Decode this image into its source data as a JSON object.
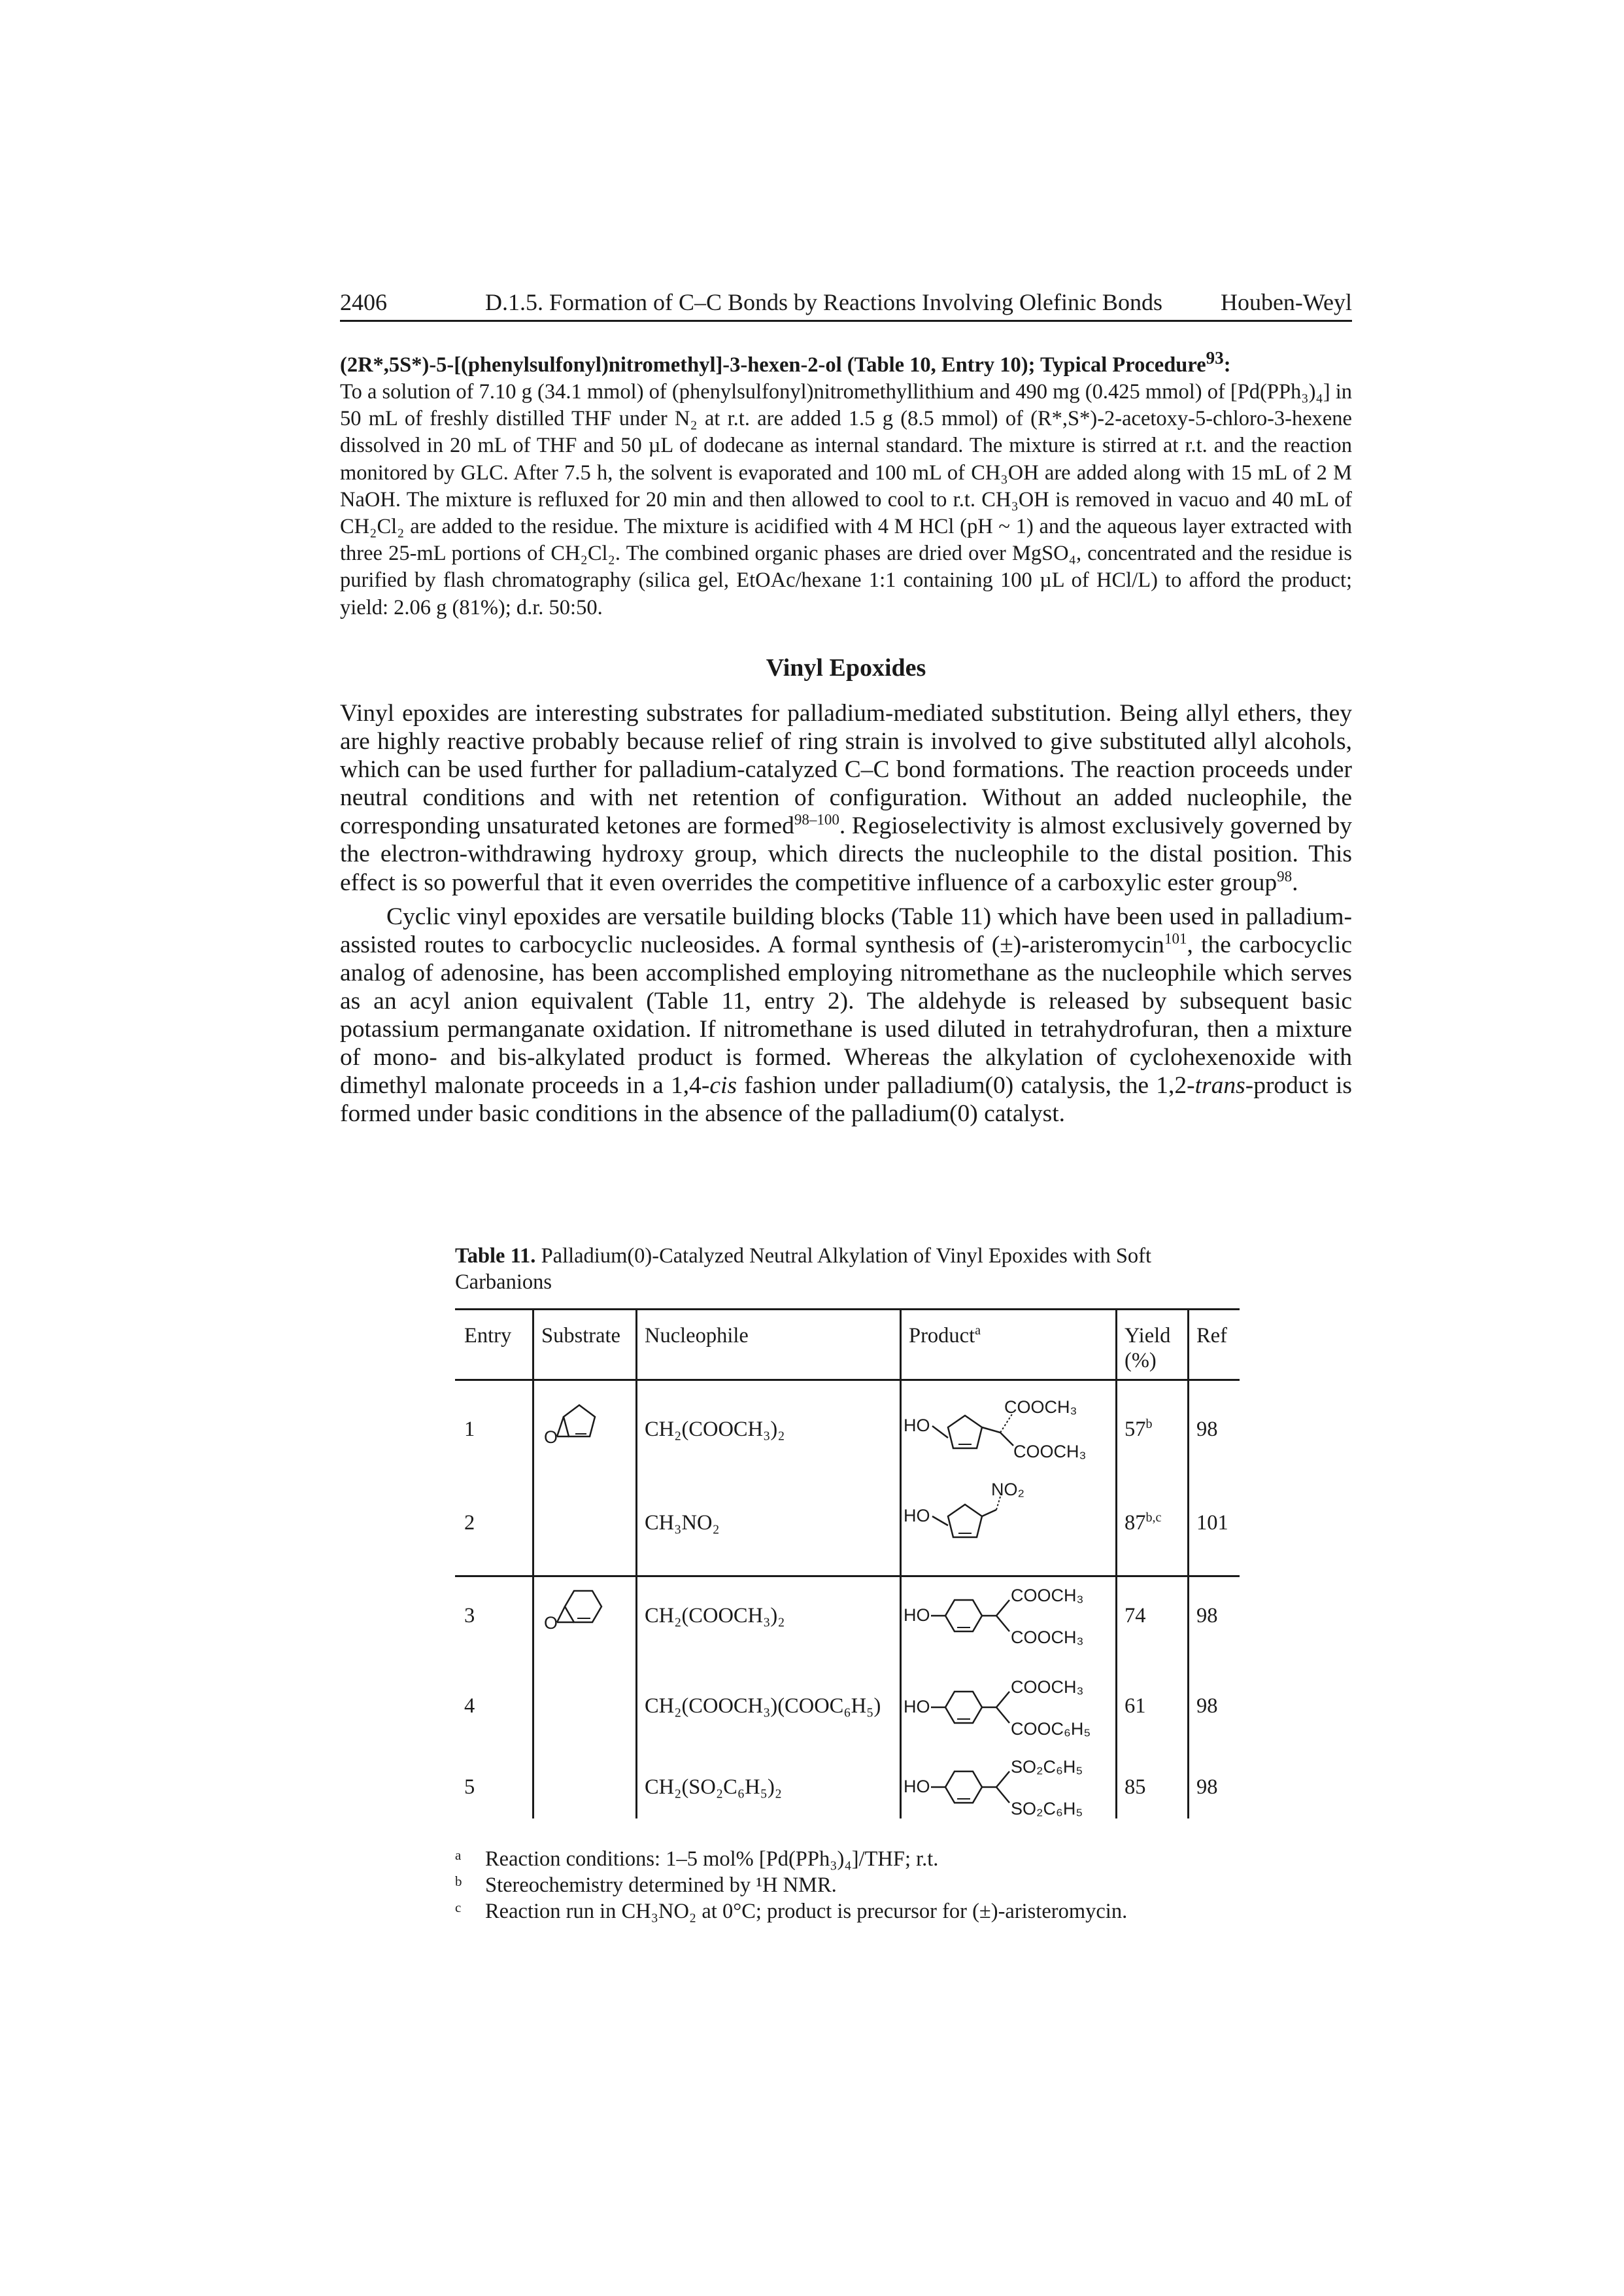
{
  "header": {
    "page_number": "2406",
    "section": "D.1.5. Formation of C–C Bonds by Reactions Involving Olefinic Bonds",
    "brand": "Houben-Weyl"
  },
  "procedure": {
    "title": "(2R*,5S*)-5-[(phenylsulfonyl)nitromethyl]-3-hexen-2-ol (Table 10, Entry 10); Typical Procedure",
    "title_ref": "93",
    "title_colon": ":",
    "text": "To a solution of 7.10 g (34.1 mmol) of (phenylsulfonyl)nitromethyllithium and 490 mg (0.425 mmol) of [Pd(PPh₃)₄] in 50 mL of freshly distilled THF under N₂ at r.t. are added 1.5 g (8.5 mmol) of (R*,S*)-2-acetoxy-5-chloro-3-hexene dissolved in 20 mL of THF and 50 µL of dodecane as internal standard. The mixture is stirred at r.t. and the reaction monitored by GLC. After 7.5 h, the solvent is evaporated and 100 mL of CH₃OH are added along with 15 mL of 2 M NaOH. The mixture is refluxed for 20 min and then allowed to cool to r.t. CH₃OH is removed in vacuo and 40 mL of CH₂Cl₂ are added to the residue. The mixture is acidified with 4 M HCl (pH ~ 1) and the aqueous layer extracted with three 25-mL portions of CH₂Cl₂. The combined organic phases are dried over MgSO₄, concentrated and the residue is purified by flash chromatography (silica gel, EtOAc/hexane 1:1 containing 100 µL of HCl/L) to afford the product; yield: 2.06 g (81%); d.r. 50:50."
  },
  "section_title": "Vinyl Epoxides",
  "para1": {
    "a": "Vinyl epoxides are interesting substrates for palladium-mediated substitution. Being allyl ethers, they are highly reactive probably because relief of ring strain is involved to give substituted allyl alcohols, which can be used further for palladium-catalyzed C–C bond formations. The reaction proceeds under neutral conditions and with net retention of configuration. Without an added nucleophile, the corresponding unsaturated ketones are formed",
    "ref1": "98–100",
    "b": ". Regioselectivity is almost exclusively governed by the electron-withdrawing hydroxy group, which directs the nucleophile to the distal position. This effect is so powerful that it even overrides the competitive influence of a carboxylic ester group",
    "ref2": "98",
    "c": "."
  },
  "para2": {
    "a": "Cyclic vinyl epoxides are versatile building blocks (Table 11) which have been used in palladium-assisted routes to carbocyclic nucleosides. A formal synthesis of (±)-aristeromycin",
    "ref1": "101",
    "b": ", the carbocyclic analog of adenosine, has been accomplished employing nitromethane as the nucleophile which serves as an acyl anion equivalent (Table 11, entry 2). The aldehyde is released by subsequent basic potassium permanganate oxidation. If nitromethane is used diluted in tetrahydrofuran, then a mixture of mono- and bis-alkylated product is formed. Whereas the alkylation of cyclohexenoxide with dimethyl malonate proceeds in a 1,4-",
    "cis": "cis",
    "c": " fashion under palladium(0) catalysis, the 1,2-",
    "trans": "trans",
    "d": "-product is formed under basic conditions in the absence of the palladium(0) catalyst."
  },
  "table": {
    "caption_label": "Table 11.",
    "caption_text": "Palladium(0)-Catalyzed Neutral Alkylation of Vinyl Epoxides with Soft Carbanions",
    "headers": {
      "entry": "Entry",
      "substrate": "Substrate",
      "nucleophile": "Nucleophile",
      "product": "Product",
      "product_mark": "a",
      "yield": "Yield",
      "yield_unit": "(%)",
      "ref": "Ref"
    },
    "rows": [
      {
        "entry": "1",
        "nuc": "CH₂(COOCH₃)₂",
        "yield": "57",
        "yield_mark": "b",
        "ref": "98",
        "product_labels": {
          "oh": "HO",
          "top": "COOCH₃",
          "bottom": "COOCH₃"
        }
      },
      {
        "entry": "2",
        "nuc": "CH₃NO₂",
        "yield": "87",
        "yield_mark": "b,c",
        "ref": "101",
        "product_labels": {
          "oh": "HO",
          "top": "NO₂"
        }
      },
      {
        "entry": "3",
        "nuc": "CH₂(COOCH₃)₂",
        "yield": "74",
        "yield_mark": "",
        "ref": "98",
        "product_labels": {
          "oh": "HO",
          "top": "COOCH₃",
          "bottom": "COOCH₃"
        }
      },
      {
        "entry": "4",
        "nuc": "CH₂(COOCH₃)(COOC₆H₅)",
        "yield": "61",
        "yield_mark": "",
        "ref": "98",
        "product_labels": {
          "oh": "HO",
          "top": "COOCH₃",
          "bottom": "COOC₆H₅"
        }
      },
      {
        "entry": "5",
        "nuc": "CH₂(SO₂C₆H₅)₂",
        "yield": "85",
        "yield_mark": "",
        "ref": "98",
        "product_labels": {
          "oh": "HO",
          "top": "SO₂C₆H₅",
          "bottom": "SO₂C₆H₅"
        }
      }
    ],
    "substrate_labels": {
      "epoxide_o": "O"
    }
  },
  "footnotes": [
    {
      "mark": "a",
      "text": "Reaction conditions: 1–5 mol% [Pd(PPh₃)₄]/THF; r.t."
    },
    {
      "mark": "b",
      "text": "Stereochemistry determined by ¹H NMR."
    },
    {
      "mark": "c",
      "text": "Reaction run in CH₃NO₂ at 0°C; product is precursor for (±)-aristeromycin."
    }
  ]
}
